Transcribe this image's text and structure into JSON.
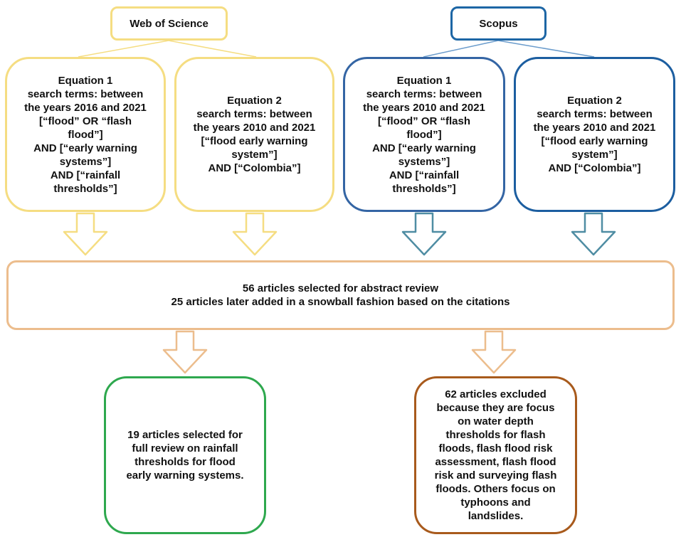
{
  "sources": {
    "wos": "Web of Science",
    "scopus": "Scopus"
  },
  "equations": {
    "wos_eq1": {
      "title": "Equation 1",
      "lines": [
        "search terms: between",
        "the years 2016 and 2021",
        "[“flood” OR “flash",
        "flood”]",
        "AND [“early warning",
        "systems”]",
        "AND [“rainfall",
        "thresholds”]"
      ]
    },
    "wos_eq2": {
      "title": "Equation 2",
      "lines": [
        "search terms: between",
        "the years 2010 and 2021",
        "[“flood early warning",
        "system”]",
        "AND [“Colombia”]"
      ]
    },
    "scopus_eq1": {
      "title": "Equation 1",
      "lines": [
        "search terms: between",
        "the years 2010 and 2021",
        "[“flood” OR “flash",
        "flood”]",
        "AND [“early warning",
        "systems”]",
        "AND [“rainfall",
        "thresholds”]"
      ]
    },
    "scopus_eq2": {
      "title": "Equation 2",
      "lines": [
        "search terms: between",
        "the years 2010 and 2021",
        "[“flood early warning",
        "system”]",
        "AND [“Colombia”]"
      ]
    }
  },
  "selected": {
    "line1": "56 articles selected for abstract review",
    "line2": "25 articles later added in a snowball fashion based on the citations"
  },
  "included": {
    "lines": [
      "19 articles selected for",
      "full review on rainfall",
      "thresholds for flood",
      "early warning systems."
    ]
  },
  "excluded": {
    "lines": [
      "62 articles excluded",
      "because they are focus",
      "on water depth",
      "thresholds for flash",
      "floods, flash flood risk",
      "assessment, flash flood",
      "risk and surveying flash",
      "floods. Others focus on",
      "typhoons and",
      "landslides."
    ]
  },
  "colors": {
    "wos": "#f5dd82",
    "scopus_dark": "#1c5ea0",
    "scopus_mid": "#3465a4",
    "scopus_arrow": "#4f8da3",
    "selected": "#ecbd8d",
    "included": "#2ea84e",
    "excluded": "#a85a1c"
  }
}
